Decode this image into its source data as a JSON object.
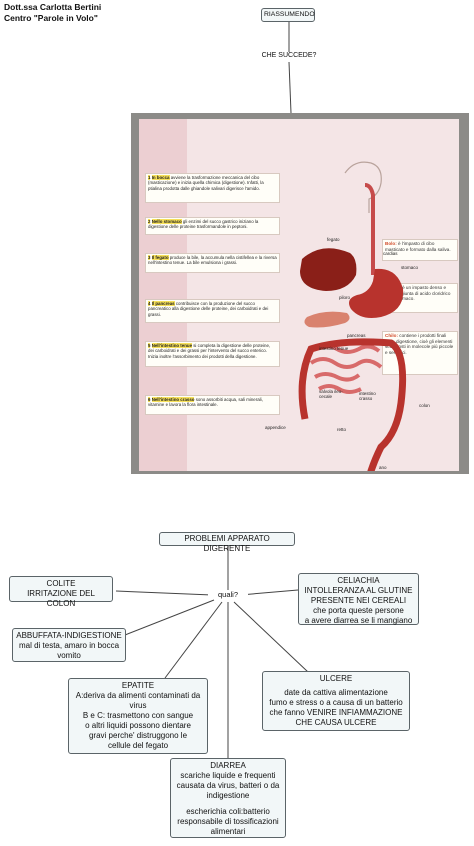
{
  "author": {
    "name": "Dott.ssa Carlotta Bertini",
    "center": "Centro \"Parole in Volo\""
  },
  "top_map": {
    "root": "RIASSUMENDO",
    "link": "CHE SUCCEDE?"
  },
  "textbook": {
    "callouts": [
      {
        "num": "1",
        "key": "In bocca",
        "text": " avviene la trasformazione meccanica del cibo (masticazione) e inizia quella chimica (digestione). Infatti, la ptialina prodotta dalle ghiandole salivari digerisce l'amido."
      },
      {
        "num": "2",
        "key": "Nello stomaco",
        "text": " gli enzimi del succo gastrico iniziano la digestione delle proteine trasformandole in peptoni."
      },
      {
        "num": "3",
        "key": "Il fegato",
        "text": " produce la bile, la accumula nella cistifellea e la riversa nell'intestino tenue. La bile emulsiona i grassi."
      },
      {
        "num": "4",
        "key": "Il pancreas",
        "text": " contribuisce con la produzione del succo pancreatico alla digestione delle proteine, dei carboidrati e dei grassi."
      },
      {
        "num": "5",
        "key": "Nell'intestino tenue",
        "text": " si completa la digestione delle proteine, dei carboidrati e dei grassi per l'intervento del succo enterico. Inizia inoltre l'assorbimento dei prodotti della digestione."
      },
      {
        "num": "6",
        "key": "Nell'intestino crasso",
        "text": " sono assorbiti acqua, sali minerali, vitamine e lavora la flora intestinale."
      }
    ],
    "right_callouts": [
      {
        "key": "Bolo:",
        "text": " è l'impasto di cibo masticato e formato dalla saliva."
      },
      {
        "key": "Chimo:",
        "text": " è un impasto denso e acido, agiunta di acido cloridrico nello stomaco."
      },
      {
        "key": "Chilo:",
        "text": " contiene i prodotti finali della digestione, cioè gli elementi scomposti in molecole più piccole e semplici."
      }
    ],
    "labels": {
      "fegato": "fegato",
      "cardias": "cardias",
      "stomaco": "stomaco",
      "piloro": "piloro",
      "pancreas": "pancreas",
      "intestino_tenue": "intestino tenue",
      "valvola": "valvola ileo-\ncecale",
      "intestino_crasso": "intestino\ncrasso",
      "colon": "colon",
      "appendice": "appendice",
      "retto": "retto",
      "ano": "ano"
    }
  },
  "bottom_map": {
    "root": "PROBLEMI APPARATO DIGERENTE",
    "link": "quali?",
    "nodes": {
      "colite": [
        "COLITE",
        "IRRITAZIONE DEL COLON"
      ],
      "celiachia": [
        "CELIACHIA",
        "INTOLLERANZA AL GLUTINE",
        "PRESENTE NEI CEREALI",
        "che porta queste persone",
        "a avere diarrea se li mangiano"
      ],
      "abbuffata": [
        "ABBUFFATA-INDIGESTIONE",
        "mal di testa, amaro in bocca",
        "vomito"
      ],
      "epatite": [
        "EPATITE",
        "A:deriva da alimenti contaminati da",
        "virus",
        "B e C: trasmettono con sangue",
        "o altri liquidi possono dientare",
        "gravi perche' distruggono le",
        "cellule del fegato"
      ],
      "ulcere": [
        "ULCERE",
        "",
        "date da cattiva alimentazione",
        "fumo e stress o a causa di un batterio",
        "che fanno VENIRE INFIAMMAZIONE",
        "CHE CAUSA ULCERE"
      ],
      "diarrea": [
        "DIARREA",
        "scariche liquide e frequenti",
        "causata da virus, batteri o da",
        "indigestione",
        "",
        "escherichia coli:batterio",
        "responsabile di tossificazioni",
        "alimentari"
      ]
    }
  }
}
